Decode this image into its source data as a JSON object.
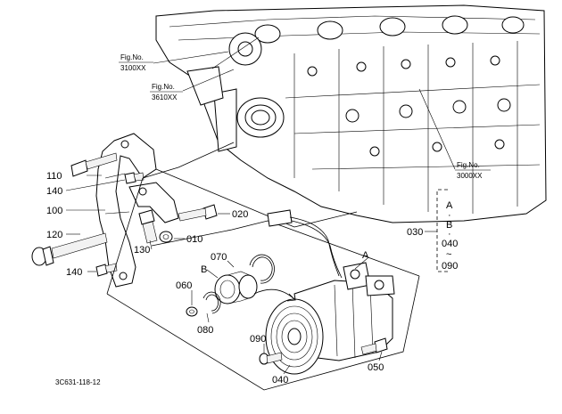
{
  "fig_refs": {
    "fig_3100": [
      "Fig.No.",
      "3100XX"
    ],
    "fig_3610": [
      "Fig.No.",
      "3610XX"
    ],
    "fig_3000": [
      "Fig.No.",
      "3000XX"
    ]
  },
  "callouts": {
    "p110": "110",
    "p140a": "140",
    "p100": "100",
    "p120": "120",
    "p140b": "140",
    "p130": "130",
    "p020": "020",
    "p010": "010",
    "p070": "070",
    "p060": "060",
    "p080": "080",
    "p090": "090",
    "p040": "040",
    "p050": "050",
    "p030": "030",
    "ref_a_main": "A",
    "ref_b_main": "B"
  },
  "variant_legend": {
    "a": "A",
    "dot1": "·",
    "b": "B",
    "dot2": "·",
    "r040": "040",
    "tilde": "~",
    "r090": "090"
  },
  "drawing_code": "3C631-118-12"
}
